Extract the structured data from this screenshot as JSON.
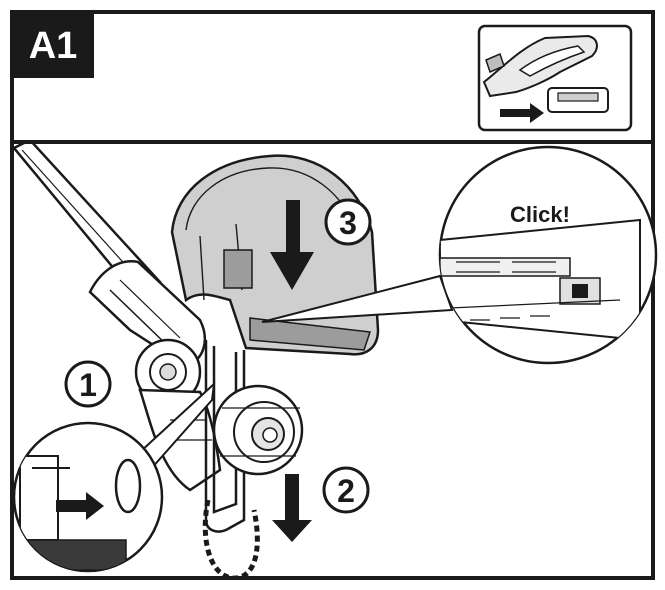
{
  "panel": {
    "label": "A1",
    "callout_text": "Click!"
  },
  "steps": [
    {
      "number": "1"
    },
    {
      "number": "2"
    },
    {
      "number": "3"
    }
  ],
  "colors": {
    "ink": "#1a1a1a",
    "guard_fill": "#cfcfcf",
    "guard_dark": "#9c9c9c",
    "paper": "#ffffff",
    "label_bg": "#1a1a1a",
    "label_text": "#ffffff"
  },
  "icons": {
    "battery_inset": "battery-insert-icon",
    "arrow_down": "arrow-down-icon",
    "arrow_right": "arrow-right-icon"
  }
}
